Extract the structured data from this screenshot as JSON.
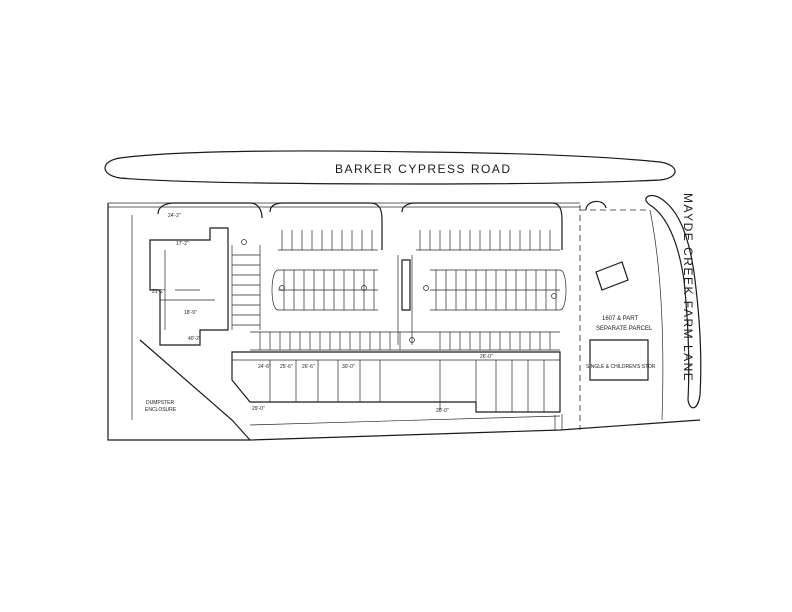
{
  "roads": {
    "north": "BARKER CYPRESS ROAD",
    "east": "MAYDE CREEK FARM LANE"
  },
  "parcel": {
    "line1": "1607 & PART",
    "line2": "SEPARATE PARCEL",
    "building": "SINGLE & CHILDREN'S STOR"
  },
  "notes": {
    "dumpster_1": "DUMPSTER",
    "dumpster_2": "ENCLOSURE"
  },
  "dimensions": {
    "d1": "24'-2\"",
    "d2": "17'-2\"",
    "d3": "18'-9\"",
    "d4": "21'-2\"",
    "d5": "40'-2\"",
    "d6": "24'-6\"",
    "d7": "25'-6\"",
    "d8": "26'-6\"",
    "d9": "30'-0\"",
    "d10": "26'-0\"",
    "d11": "20'-0\"",
    "d12": "29'-0\""
  }
}
